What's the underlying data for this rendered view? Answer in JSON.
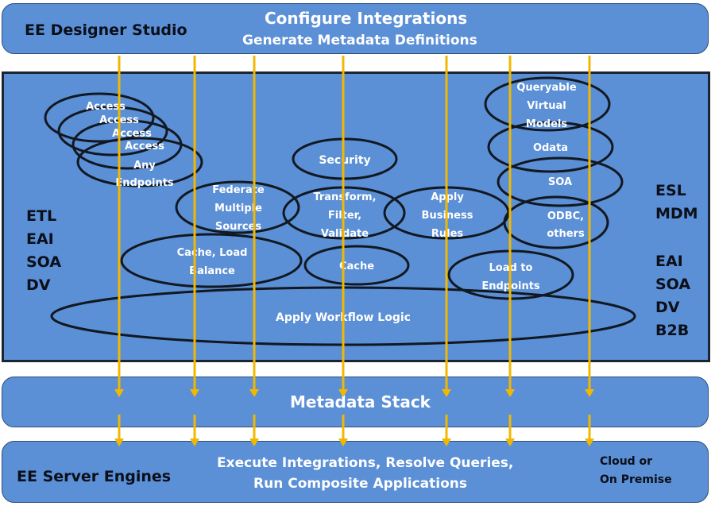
{
  "top_band": {
    "left_label": "EE Designer Studio",
    "title": "Configure Integrations",
    "subtitle": "Generate Metadata Definitions"
  },
  "main_panel": {
    "left_labels": [
      "ETL",
      "EAI",
      "SOA",
      "DV"
    ],
    "right_labels_top": [
      "ESL",
      "MDM"
    ],
    "right_labels_bottom": [
      "EAI",
      "SOA",
      "DV",
      "B2B"
    ],
    "access_stack": [
      "Access",
      "Access",
      "Access",
      "Access"
    ],
    "access_any_endpoints": [
      "Any",
      "Endpoints"
    ],
    "security": "Security",
    "federate": [
      "Federate",
      "Multiple",
      "Sources"
    ],
    "transform": [
      "Transform,",
      "Filter,",
      "Validate"
    ],
    "business_rules": [
      "Apply",
      "Business",
      "Rules"
    ],
    "queryable": [
      "Queryable",
      "Virtual",
      "Models"
    ],
    "odata": "Odata",
    "soa": "SOA",
    "odbc": [
      "ODBC,",
      "others"
    ],
    "cache_load": [
      "Cache, Load",
      "Balance"
    ],
    "cache": "Cache",
    "load_endpoints": [
      "Load to",
      "Endpoints"
    ],
    "workflow": "Apply Workflow Logic"
  },
  "metadata_band": {
    "title": "Metadata Stack"
  },
  "bottom_band": {
    "left_label": "EE Server Engines",
    "center_line1": "Execute Integrations, Resolve Queries,",
    "center_line2": "Run Composite Applications",
    "right_line1": "Cloud or",
    "right_line2": "On Premise"
  },
  "colors": {
    "band_fill": "#5b8fd6",
    "arrow": "#f2b800",
    "outline": "#111820"
  },
  "flow_arrow_count": 7
}
